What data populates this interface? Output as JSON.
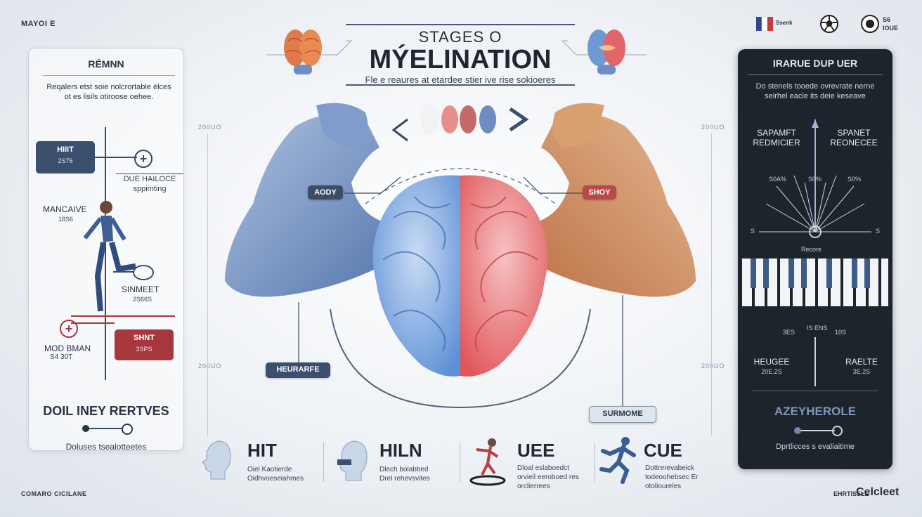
{
  "corners": {
    "top_left": "MAYOI E",
    "bottom_left": "COMARO CICILANE",
    "bottom_right_small": "EHRTISSLE",
    "bottom_right_large": "Celcleet",
    "top_right_logo_text": "Ssenk",
    "top_right_badge_line1": "S6",
    "top_right_badge_line2": "IOUE"
  },
  "header": {
    "line1": "STAGES O",
    "title": "MÝELINATION",
    "subtitle": "Fle e reaures at etardee stier ive rise sokioeres"
  },
  "scale_labels": {
    "upper_left": "200UO",
    "upper_right": "200UO",
    "lower_left": "200UO",
    "lower_right": "200UO"
  },
  "left_panel": {
    "heading": "RÉMNN",
    "description": "Reqalers etst soie nolcrortable élces ot es lisils otiroose oehee.",
    "hiit_label": "HIIIT",
    "hiit_value": "2S76",
    "due_label": "DUE HAILOCE",
    "due_sub": "sppimting",
    "mancaive_label": "MANCAIVE",
    "mancaive_value": "18S6",
    "sinmeet_label": "SINMEET",
    "sinmeet_value": "2S66S",
    "shnt_label": "SHNT",
    "shnt_value": "3SPS",
    "mod_label": "MOD BMAN",
    "mod_value": "S4 30T",
    "bottom_title": "DOIL INEY RERTVES",
    "footer": "Doluses tsealotteetes"
  },
  "right_panel": {
    "heading": "IRARUE DUP UER",
    "description": "Do stenels tooede ovrevrate nerne seirhel eacle its deie keseave",
    "left_col_title": "SAPAMFT",
    "left_col_sub": "REDMICIER",
    "right_col_title": "SPANET",
    "right_col_sub": "REONECEE",
    "gauge_left": "S0A%",
    "gauge_mid": "S0%",
    "gauge_right": "S0%",
    "gauge_s_left": "S",
    "gauge_s_right": "S",
    "gauge_caption": "Recore",
    "mid_left": "3ES",
    "mid_center": "IS ENS",
    "mid_right": "10S",
    "heugee_label": "HEUGEE",
    "heugee_value": "20E.2S",
    "raelte_label": "RAELTE",
    "raelte_value": "3E.2S",
    "bottom_title": "AZEYHEROLE",
    "footer": "Dprtlicces s evaliaitime"
  },
  "tags": {
    "left": "AODY",
    "right": "SHOY",
    "bottom_left": "HEURARFE",
    "bottom_right": "SURMOME"
  },
  "bottom_cards": [
    {
      "title": "HIT",
      "line1": "Oiel Kaotierde",
      "line2": "Oidhvoeseiahmes"
    },
    {
      "title": "HILN",
      "line1": "Dlech bolabbed",
      "line2": "Drel rehevsvites"
    },
    {
      "title": "UEE",
      "line1": "Dloal eslaboedct",
      "line2": "orvieil eeroboed res",
      "line3": "orclierrees"
    },
    {
      "title": "CUE",
      "line1": "Dottrerevabeick",
      "line2": "todeoohebsec Er",
      "line3": "otolioureles"
    }
  ],
  "colors": {
    "blue_accent": "#3a4f6e",
    "red_accent": "#a6383d",
    "dark_panel": "#1e242c",
    "blue_brain": "#6f9ad8",
    "red_brain": "#e0666a"
  }
}
